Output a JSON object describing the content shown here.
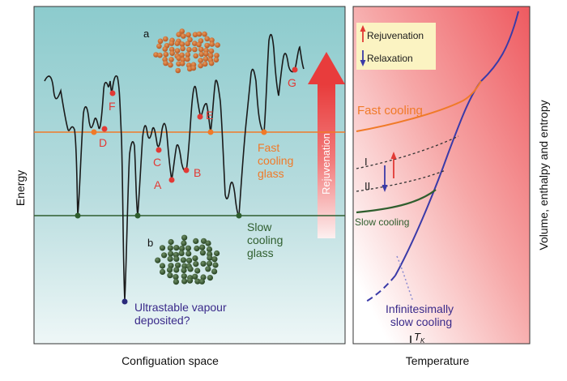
{
  "left_panel": {
    "y_axis_label": "Energy",
    "x_axis_label": "Configuation space",
    "inset_a_label": "a",
    "inset_b_label": "b",
    "minima_labels": [
      "A",
      "B",
      "C",
      "D",
      "E",
      "F",
      "G"
    ],
    "fast_glass_label": [
      "Fast",
      "cooling",
      "glass"
    ],
    "slow_glass_label": [
      "Slow",
      "cooling",
      "glass"
    ],
    "ultrastable_label": [
      "Ultrastable vapour",
      "deposited?"
    ],
    "arrow_label": "Rejuvenation"
  },
  "right_panel": {
    "y_axis_label": "Volume, enthalpy and entropy",
    "x_axis_label": "Temperature",
    "legend": {
      "up_label": "Rejuvenation",
      "down_label": "Relaxation"
    },
    "fast_cooling_label": "Fast cooling",
    "slow_cooling_label": "Slow cooling",
    "state_labels": [
      "I",
      "II"
    ],
    "infinite_label": [
      "Infinitesimally",
      "slow cooling"
    ],
    "tk_label": "T",
    "tk_sub": "K"
  },
  "colors": {
    "orange": "#f07a28",
    "green": "#2f5e2e",
    "red_marker": "#e23a35",
    "blue": "#3a3aa8",
    "dark_text": "#3a2a8a",
    "red_arrow": "#e83c3c"
  }
}
